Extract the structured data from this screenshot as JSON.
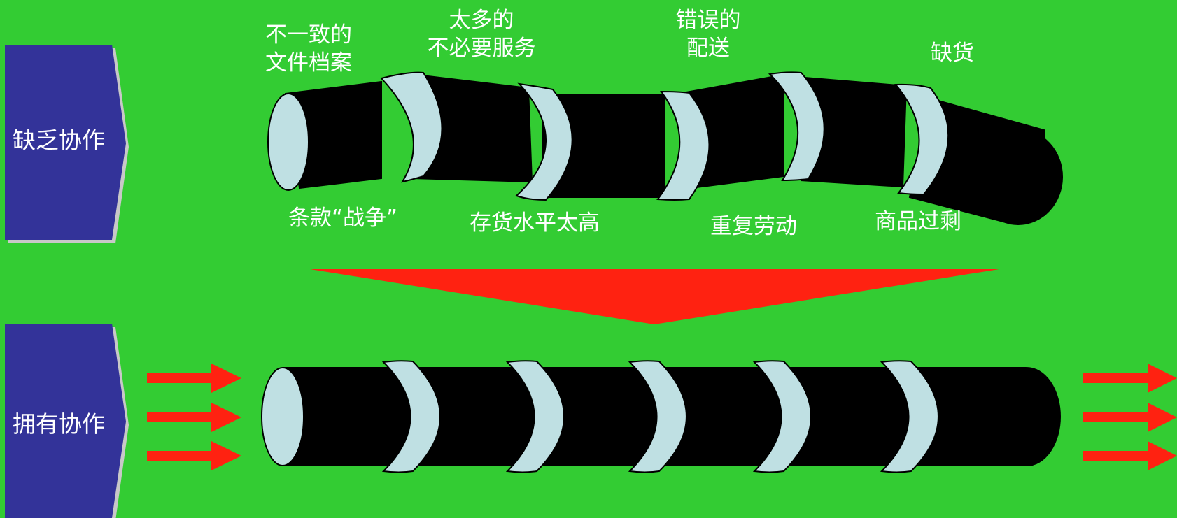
{
  "sections": {
    "lacking": {
      "label": "缺乏协作"
    },
    "having": {
      "label": "拥有协作"
    }
  },
  "top_labels": [
    {
      "line1": "不一致的",
      "line2": "文件档案"
    },
    {
      "line1": "太多的",
      "line2": "不必要服务"
    },
    {
      "line1": "错误的",
      "line2": "配送"
    },
    {
      "line1": "缺货",
      "line2": ""
    }
  ],
  "bottom_labels": [
    "条款“战争”",
    "存货水平太高",
    "重复劳动",
    "商品过剩"
  ],
  "colors": {
    "background": "#33cc33",
    "side_panel": "#333399",
    "pipe": "#000000",
    "pipe_face": "#bfe0e3",
    "arrow": "#ff2211",
    "text": "#ffffff"
  }
}
